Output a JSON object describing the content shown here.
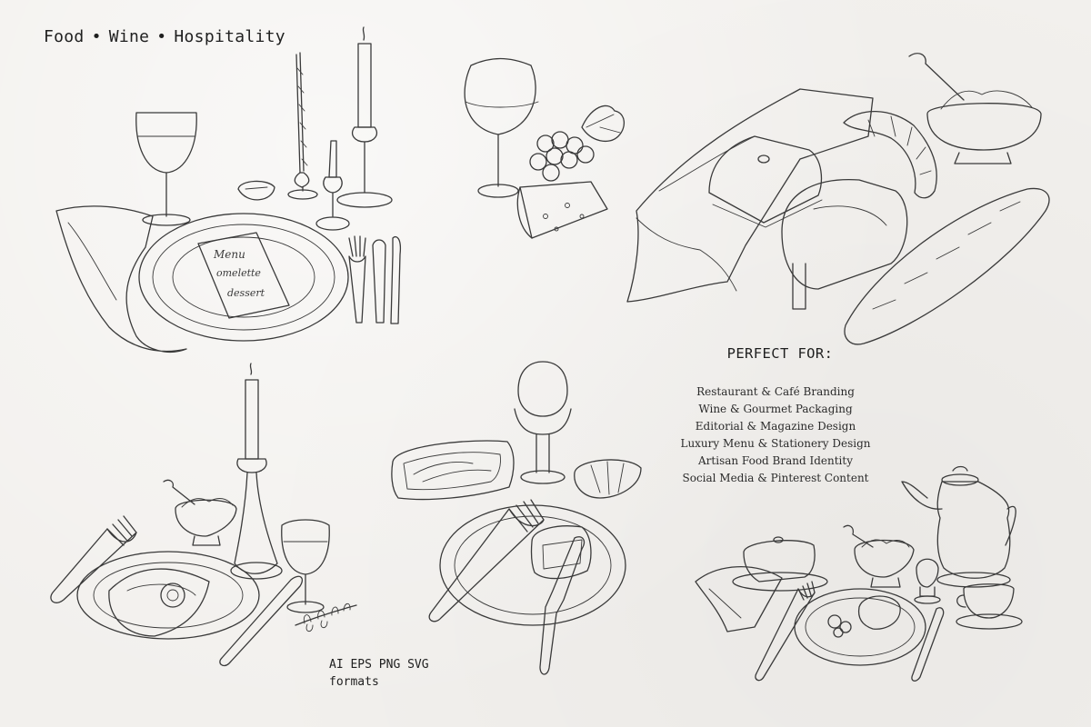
{
  "header": {
    "tagline_parts": [
      "Food",
      "Wine",
      "Hospitality"
    ],
    "separator": "•"
  },
  "perfect_for": {
    "title": "PERFECT FOR:",
    "items": [
      "Restaurant & Café Branding",
      "Wine & Gourmet Packaging",
      "Editorial & Magazine Design",
      "Luxury Menu & Stationery Design",
      "Artisan Food Brand Identity",
      "Social Media & Pinterest Content"
    ]
  },
  "formats": {
    "line1": "AI EPS PNG SVG",
    "line2": "formats"
  },
  "menu_card_text": {
    "line1": "Menu",
    "line2": "omelette",
    "line3": "dessert"
  },
  "colors": {
    "paper": "#f2f0ed",
    "ink": "#3a3a3a"
  },
  "illustrations": [
    "candlelit-table-setting-illustration",
    "wine-glass-grapes-cheese-illustration",
    "breakfast-butter-croissant-baguette-illustration",
    "candle-napkin-place-setting-illustration",
    "egg-cup-sardine-tin-plate-illustration",
    "teapot-breakfast-setting-illustration"
  ]
}
